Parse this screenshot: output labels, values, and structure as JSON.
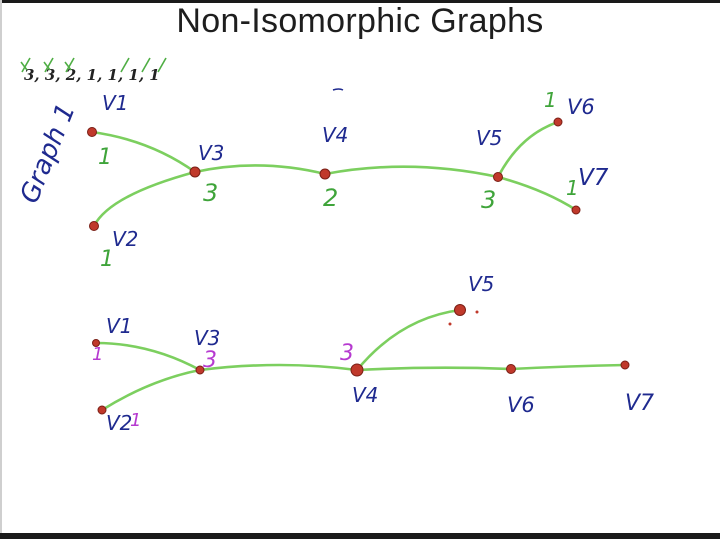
{
  "title": "Non-Isomorphic Graphs",
  "degree_sequence": "3, 3, 2, 1, 1, 1, 1",
  "colors": {
    "edge": "#7ccf5f",
    "vertex": "#c0392b",
    "label_blue": "#1f2a8f",
    "degree_green": "#3fa43a",
    "degree_purple": "#b63ad0"
  },
  "graph1": {
    "name": "Graph 1",
    "vertices": [
      {
        "label": "V1",
        "degree": "1"
      },
      {
        "label": "V2",
        "degree": "1"
      },
      {
        "label": "V3",
        "degree": "3"
      },
      {
        "label": "V4",
        "degree": "2"
      },
      {
        "label": "V5",
        "degree": "3"
      },
      {
        "label": "V6",
        "degree": "1"
      },
      {
        "label": "V7",
        "degree": "1"
      }
    ],
    "edges": [
      [
        "V1",
        "V3"
      ],
      [
        "V2",
        "V3"
      ],
      [
        "V3",
        "V4"
      ],
      [
        "V4",
        "V5"
      ],
      [
        "V5",
        "V6"
      ],
      [
        "V5",
        "V7"
      ]
    ]
  },
  "graph2": {
    "vertices": [
      {
        "label": "V1",
        "degree": "1"
      },
      {
        "label": "V2",
        "degree": "1"
      },
      {
        "label": "V3",
        "degree": "3"
      },
      {
        "label": "V4",
        "degree": "3"
      },
      {
        "label": "V5",
        "degree": ""
      },
      {
        "label": "V6",
        "degree": ""
      },
      {
        "label": "V7",
        "degree": ""
      }
    ],
    "edges": [
      [
        "V1",
        "V3"
      ],
      [
        "V2",
        "V3"
      ],
      [
        "V3",
        "V4"
      ],
      [
        "V4",
        "V5"
      ],
      [
        "V4",
        "V6"
      ],
      [
        "V6",
        "V7"
      ]
    ]
  }
}
